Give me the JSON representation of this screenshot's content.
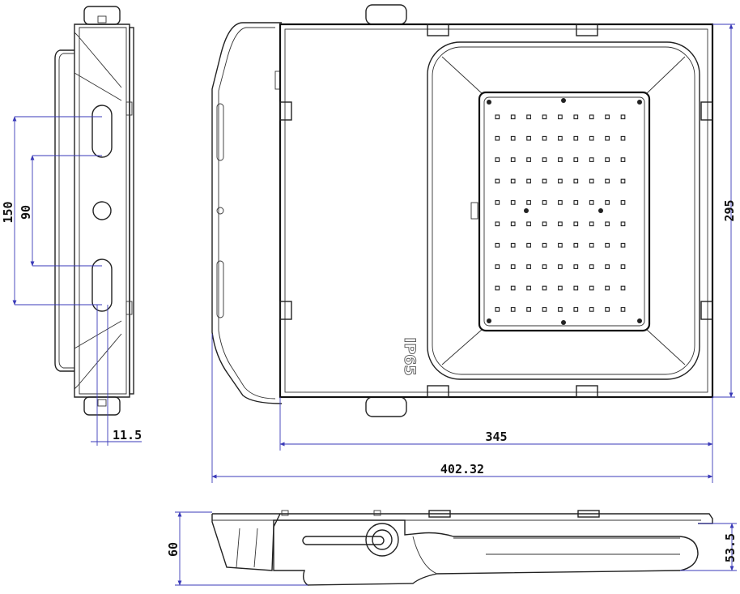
{
  "views": {
    "side": {
      "dim_150": "150",
      "dim_90": "90",
      "dim_11_5": "11.5"
    },
    "front": {
      "rating_text": "IP65",
      "dim_295": "295",
      "dim_345": "345",
      "dim_402": "402.32",
      "led_grid": {
        "rows": 10,
        "cols": 9
      }
    },
    "bottom": {
      "dim_60": "60",
      "dim_53_5": "53.5"
    }
  }
}
